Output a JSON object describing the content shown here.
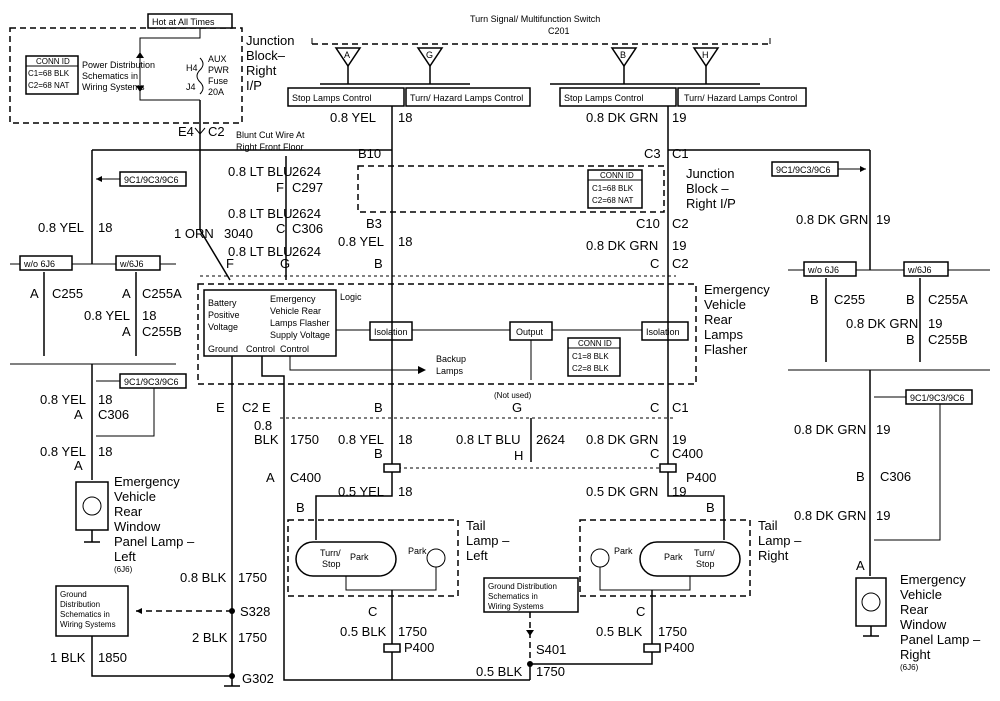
{
  "jb_right_top": {
    "hot": "Hot at All Times",
    "conn_title": "CONN ID",
    "conn_c1": "C1=68 BLK",
    "conn_c2": "C2=68 NAT",
    "pd_1": "Power Distribution",
    "pd_2": "Schematics in",
    "pd_3": "Wiring Systems",
    "h4": "H4",
    "j4": "J4",
    "fuse_1": "AUX",
    "fuse_2": "PWR",
    "fuse_3": "Fuse",
    "fuse_4": "20A",
    "name_1": "Junction",
    "name_2": "Block–",
    "name_3": "Right",
    "name_4": "I/P",
    "e4": "E4",
    "c2": "C2"
  },
  "switch": {
    "title": "Turn Signal/ Multifunction Switch",
    "conn": "C201",
    "terminals": [
      "A",
      "G",
      "B",
      "H"
    ],
    "stop_label": "Stop Lamps Control",
    "turn_label": "Turn/ Hazard Lamps Control"
  },
  "top_wires": {
    "left_wire": "0.8 YEL",
    "left_circuit": "18",
    "right_wire": "0.8 DK GRN",
    "right_circuit": "19"
  },
  "blunt": {
    "line1": "Blunt Cut Wire At",
    "line2": "Right Front Floor"
  },
  "lt_blu": {
    "w1": "0.8 LT BLU",
    "c1": "2624",
    "pin1": "F",
    "conn1": "C297",
    "w2": "0.8 LT BLU",
    "c2": "2624",
    "pin2": "C",
    "conn2": "C306",
    "w3": "0.8 LT BLU",
    "c3": "2624",
    "orn_wire": "1 ORN",
    "orn_circuit": "3040"
  },
  "jb_mid": {
    "b10": "B10",
    "c3": "C3",
    "c1": "C1",
    "conn_title": "CONN ID",
    "conn_c1": "C1=68 BLK",
    "conn_c2": "C2=68 NAT",
    "name_1": "Junction",
    "name_2": "Block –",
    "name_3": "Right I/P",
    "b3": "B3",
    "c10": "C10",
    "c2": "C2",
    "yel_wire": "0.8 YEL",
    "yel_circuit": "18",
    "grn_wire": "0.8 DK GRN",
    "grn_circuit": "19"
  },
  "options": {
    "label": "9C1/9C3/9C6",
    "wo": "w/o 6J6",
    "w": "w/6J6"
  },
  "left_branch": {
    "wire": "0.8 YEL",
    "circuit": "18",
    "a1": "A",
    "c255": "C255",
    "a2": "A",
    "c255a": "C255A",
    "mid_wire": "0.8 YEL",
    "mid_circuit": "18",
    "a3": "A",
    "c255b": "C255B",
    "w2": "0.8 YEL",
    "c2": "18",
    "pin": "A",
    "c306": "C306",
    "w3": "0.8 YEL",
    "c3": "18",
    "pin2": "A"
  },
  "right_branch": {
    "wire": "0.8 DK GRN",
    "circuit": "19",
    "b1": "B",
    "c255": "C255",
    "b2": "B",
    "c255a": "C255A",
    "mid_wire": "0.8 DK GRN",
    "mid_circuit": "19",
    "b3": "B",
    "c255b": "C255B",
    "w2": "0.8 DK GRN",
    "c2": "19",
    "pin": "B",
    "c306": "C306",
    "w3": "0.8 DK GRN",
    "c3": "19",
    "pin2": "A"
  },
  "flasher": {
    "name_1": "Emergency",
    "name_2": "Vehicle",
    "name_3": "Rear",
    "name_4": "Lamps",
    "name_5": "Flasher",
    "logic": "Logic",
    "batt_1": "Battery",
    "batt_2": "Positive",
    "batt_3": "Voltage",
    "ev_1": "Emergency",
    "ev_2": "Vehicle Rear",
    "ev_3": "Lamps Flasher",
    "ev_4": "Supply Voltage",
    "ground": "Ground",
    "control1": "Control",
    "control2": "Control",
    "isolation_l": "Isolation",
    "output": "Output",
    "isolation_r": "Isolation",
    "conn_title": "CONN ID",
    "conn_c1": "C1=8 BLK",
    "conn_c2": "C2=8 BLK",
    "backup_1": "Backup",
    "backup_2": "Lamps",
    "pin_f": "F",
    "pin_g": "G",
    "pin_b": "B",
    "pin_c": "C",
    "pin_e1": "E",
    "c2": "C2",
    "pin_e2": "E",
    "pin_b2": "B",
    "pin_g2": "G",
    "pin_c2": "C",
    "c1": "C1",
    "not_used": "(Not used)"
  },
  "lower": {
    "blk_wire": "0.8",
    "blk_wire2": "BLK",
    "blk_circuit": "1750",
    "yel_wire": "0.8 YEL",
    "yel_circuit": "18",
    "blu_wire": "0.8 LT BLU",
    "blu_circuit": "2624",
    "grn_wire": "0.8 DK GRN",
    "grn_circuit": "19",
    "pin_b": "B",
    "pin_h": "H",
    "pin_c": "C",
    "c400": "C400",
    "pin_a": "A",
    "c400b": "C400",
    "p400": "P400",
    "yel2_wire": "0.5 YEL",
    "yel2_circuit": "18",
    "grn2_wire": "0.5 DK GRN",
    "grn2_circuit": "19",
    "pin_b3": "B",
    "pin_b4": "B"
  },
  "tail_left": {
    "name_1": "Tail",
    "name_2": "Lamp –",
    "name_3": "Left",
    "turn_1": "Turn/",
    "turn_2": "Stop",
    "park": "Park",
    "park2": "Park",
    "pin_c": "C",
    "wire": "0.5 BLK",
    "circuit": "1750",
    "p400": "P400"
  },
  "tail_right": {
    "name_1": "Tail",
    "name_2": "Lamp –",
    "name_3": "Right",
    "turn_1": "Turn/",
    "turn_2": "Stop",
    "park": "Park",
    "park2": "Park",
    "pin_c": "C",
    "wire": "0.5 BLK",
    "circuit": "1750",
    "p400": "P400"
  },
  "window_left": {
    "name_1": "Emergency",
    "name_2": "Vehicle",
    "name_3": "Rear",
    "name_4": "Window",
    "name_5": "Panel Lamp –",
    "name_6": "Left",
    "option": "(6J6)"
  },
  "window_right": {
    "name_1": "Emergency",
    "name_2": "Vehicle",
    "name_3": "Rear",
    "name_4": "Window",
    "name_5": "Panel Lamp –",
    "name_6": "Right",
    "option": "(6J6)"
  },
  "ground": {
    "gd_left_1": "Ground",
    "gd_left_2": "Distribution",
    "gd_left_3": "Schematics in",
    "gd_left_4": "Wiring Systems",
    "gd_mid_1": "Ground Distribution",
    "gd_mid_2": "Schematics in",
    "gd_mid_3": "Wiring Systems",
    "w1": "0.8 BLK",
    "c1": "1750",
    "s328": "S328",
    "w2": "2 BLK",
    "c2": "1750",
    "w3": "1 BLK",
    "c3": "1850",
    "g302": "G302",
    "s401": "S401",
    "w4": "0.5 BLK",
    "c4": "1750"
  }
}
